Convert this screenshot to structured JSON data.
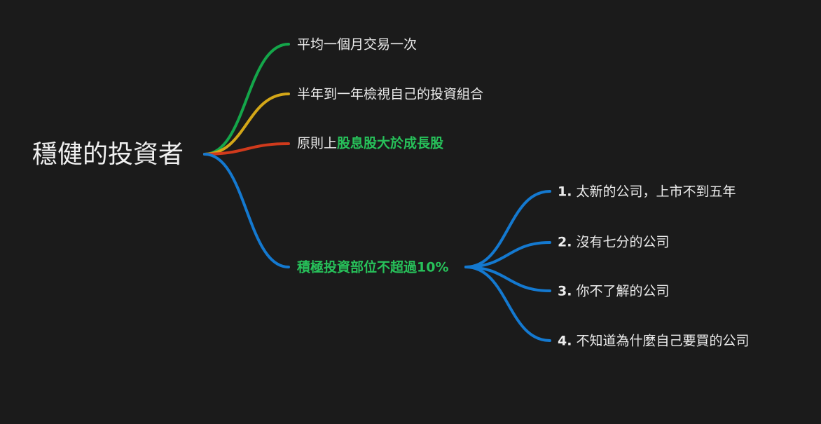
{
  "root": {
    "label": "穩健的投資者"
  },
  "branches": [
    {
      "color": "#14a64a",
      "prefix": "平均一個月交易一次",
      "highlight": ""
    },
    {
      "color": "#d4a718",
      "prefix": "半年到一年檢視自己的投資組合",
      "highlight": ""
    },
    {
      "color": "#d03a1c",
      "prefix": "原則上",
      "highlight": "股息股大於成長股"
    },
    {
      "color": "#1479d0",
      "prefix": "",
      "highlight": "積極投資部位不超過10%",
      "children": [
        {
          "num": "1.",
          "text": "太新的公司，上市不到五年"
        },
        {
          "num": "2.",
          "text": "沒有七分的公司"
        },
        {
          "num": "3.",
          "text": "你不了解的公司"
        },
        {
          "num": "4.",
          "text": "不知道為什麼自己要買的公司"
        }
      ]
    }
  ]
}
